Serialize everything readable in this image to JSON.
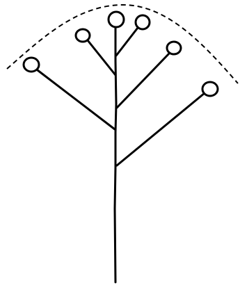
{
  "diagram": {
    "type": "branching inflorescence (corymb-like) with envelope outline",
    "colors": {
      "stroke": "#000000",
      "background": "#ffffff"
    },
    "flower_count": 6,
    "branch_count": 6,
    "envelope_style": "dashed"
  }
}
